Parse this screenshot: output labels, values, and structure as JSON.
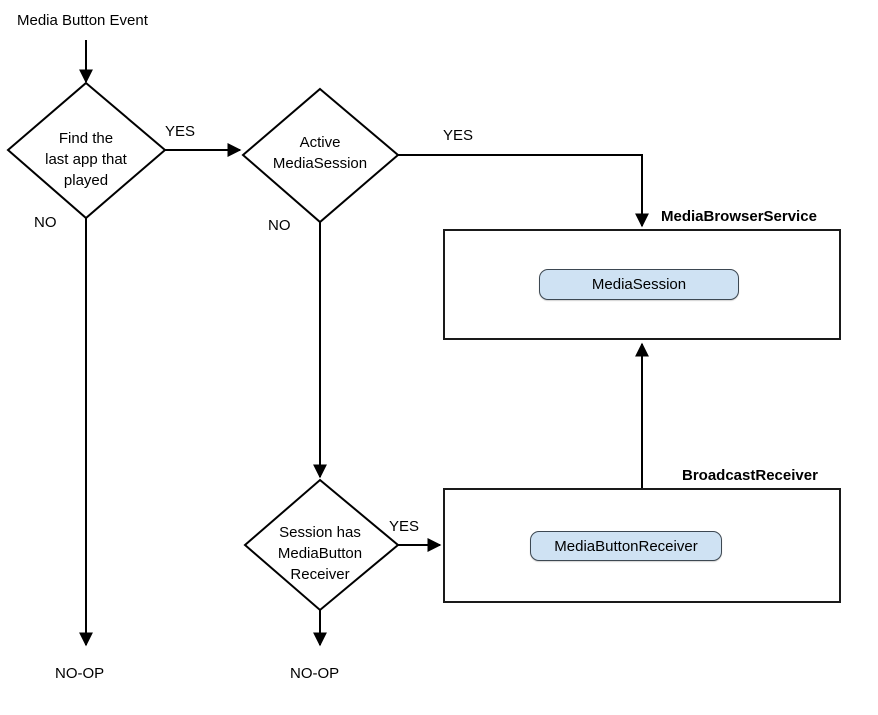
{
  "diagram": {
    "title": "Media Button Event",
    "entry_label": "Media Button Event",
    "decisions": [
      {
        "id": "find-last-app",
        "text": "Find the\nlast app that\nplayed",
        "yes_label": "YES",
        "no_label": "NO"
      },
      {
        "id": "active-mediasession",
        "text": "Active\nMediaSession",
        "yes_label": "YES",
        "no_label": "NO"
      },
      {
        "id": "session-has-mediabutton-receiver",
        "text": "Session  has\nMediaButton\nReceiver",
        "yes_label": "YES"
      }
    ],
    "terminals": [
      {
        "id": "no-op-left",
        "text": "NO-OP"
      },
      {
        "id": "no-op-middle",
        "text": "NO-OP"
      }
    ],
    "groups": [
      {
        "id": "media-browser-service",
        "label": "MediaBrowserService",
        "component": "MediaSession"
      },
      {
        "id": "broadcast-receiver",
        "label": "BroadcastReceiver",
        "component": "MediaButtonReceiver"
      }
    ],
    "colors": {
      "component_fill": "#cfe2f3",
      "component_stroke": "#3d4852",
      "line": "#000000",
      "group_stroke": "#1a1a1a",
      "background": "#ffffff"
    }
  }
}
